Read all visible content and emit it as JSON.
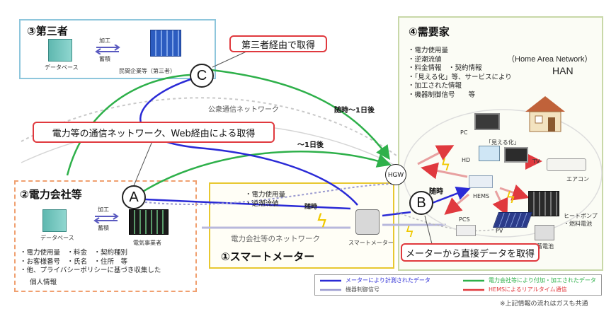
{
  "regions": {
    "third_party": {
      "title": "③第三者",
      "database": "データベース",
      "process_top": "加工",
      "process_bottom": "蓄積",
      "company": "民間企業等（第三者）"
    },
    "consumer": {
      "title": "④需要家",
      "items": [
        "電力使用量",
        "逆潮流値",
        "料金情報　・契約情報",
        "「見える化」等、サービスにより",
        "加工された情報",
        "機器制御信号　　等"
      ],
      "han_en": "（Home Area Network）",
      "han": "HAN"
    },
    "utility": {
      "title": "②電力会社等",
      "database": "データベース",
      "process_top": "加工",
      "process_bottom": "蓄積",
      "company": "電気事業者",
      "items": [
        "電力使用量　・料金　・契約種別",
        "お客様番号　・氏名　・住所　等",
        "他、プライバシーポリシーに基づき収集した"
      ],
      "items_cont": "個人情報"
    },
    "smart_meter": {
      "title": "①スマートメーター",
      "items": [
        "電力使用量",
        "逆潮流値"
      ],
      "realtime": "随時",
      "network": "電力会社等のネットワーク",
      "meter_label": "スマートメーター"
    }
  },
  "callouts": {
    "via_third_party": "第三者経由で取得",
    "via_network": "電力等の通信ネットワーク、Web経由による取得",
    "direct_from_meter": "メーターから直接データを取得"
  },
  "nodes": {
    "a": "A",
    "b": "B",
    "c": "C",
    "hgw": "HGW"
  },
  "edge_labels": {
    "public_network": "公衆通信ネットワーク",
    "anytime_to_1day": "随時～1日後",
    "to_1day": "～1日後",
    "realtime_b": "随時"
  },
  "devices": {
    "pc": "PC",
    "mieru": "「見える化」",
    "hd": "HD",
    "tv": "TV",
    "aircon": "エアコン",
    "hems": "HEMS",
    "heatpump": "ヒートポンプ",
    "fuelcell": "・燃料電池",
    "pcs": "PCS",
    "pv": "PV",
    "battery": "蓄電池"
  },
  "legend": [
    {
      "label": "メーターにより計測されたデータ",
      "color": "#2a2ad6"
    },
    {
      "label": "電力会社等により付加・加工されたデータ",
      "color": "#2eb04a"
    },
    {
      "label": "機器制御信号",
      "color": "#9a9ad0"
    },
    {
      "label": "HEMSによるリアルタイム通信",
      "color": "#e0393e"
    }
  ],
  "footnote": "※上記情報の流れはガスも共通",
  "colors": {
    "third_party_border": "#8ec6dc",
    "consumer_border": "#c8d8a8",
    "utility_border": "#f0a070",
    "meter_border": "#e8c830",
    "blue": "#2a2ad6",
    "green": "#2eb04a",
    "red": "#e0393e",
    "lavender": "#9a9ad0"
  }
}
